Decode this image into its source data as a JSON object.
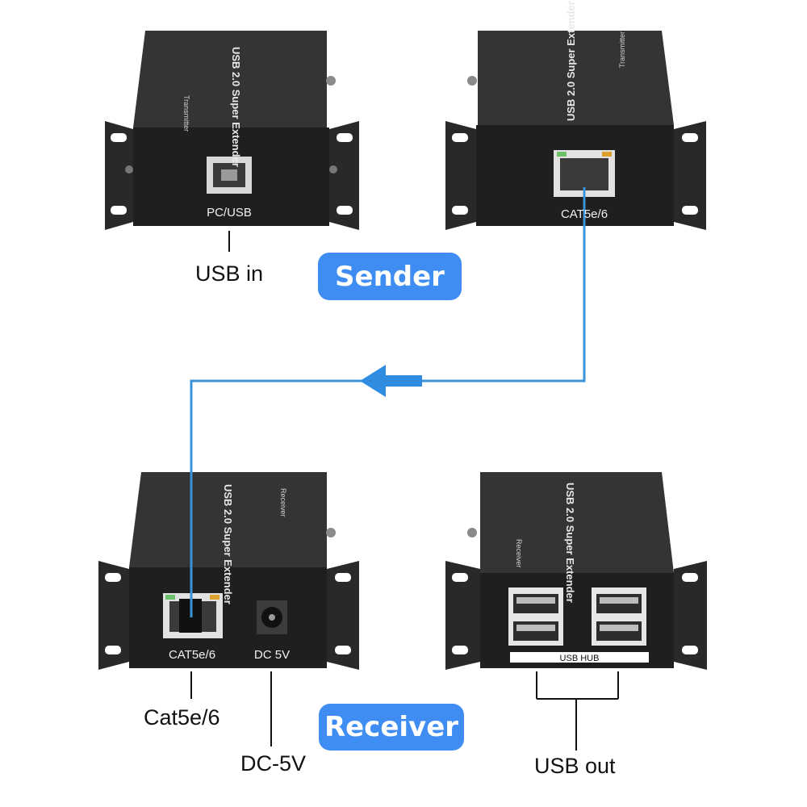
{
  "colors": {
    "pill": "#3f8df3",
    "cable": "#3a92d8",
    "body": "#2c2c2e",
    "face": "#1e1e20",
    "top": "#2f2f32"
  },
  "modules": {
    "sender_usb": {
      "top_title": "USB 2.0 Super Extender",
      "top_sub": "Transmitter",
      "port_label": "PC/USB"
    },
    "sender_rj45": {
      "top_title": "USB 2.0 Super Extender",
      "top_sub": "Transmitter",
      "port_label": "CAT5e/6"
    },
    "receiver_rj45": {
      "top_title": "USB 2.0 Super Extender",
      "top_sub": "Receiver",
      "port_label_1": "CAT5e/6",
      "port_label_2": "DC 5V"
    },
    "receiver_hub": {
      "top_title": "USB 2.0 Super Extender",
      "top_sub": "Receiver",
      "hub_label": "USB HUB"
    }
  },
  "callouts": {
    "usb_in": "USB in",
    "cat5": "Cat5e/6",
    "dc": "DC-5V",
    "usb_out": "USB out"
  },
  "badges": {
    "sender": "Sender",
    "receiver": "Receiver"
  }
}
